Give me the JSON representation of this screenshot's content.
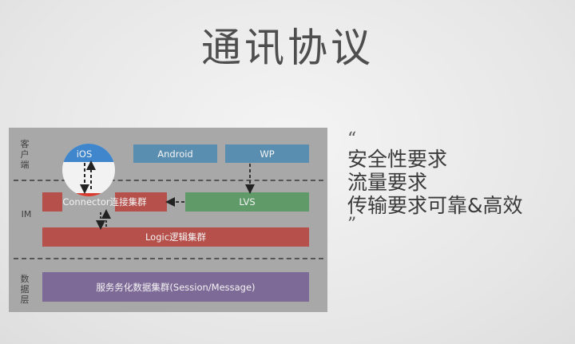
{
  "title": "通讯协议",
  "diagram": {
    "layers": {
      "client": "客户端",
      "im": "IM",
      "data": "数据层"
    },
    "client_boxes": [
      "iOS",
      "Android",
      "WP"
    ],
    "connector": "Connector连接集群",
    "lvs": "LVS",
    "logic": "Logic逻辑集群",
    "service": "服务务化数据集群(Session/Message)",
    "colors": {
      "client": "#5a8eb0",
      "lvs": "#5f9a68",
      "connector": "#b5504b",
      "service": "#7e6a97",
      "highlight_blue": "#3f86cc",
      "highlight_red": "#d93b30"
    }
  },
  "quote": {
    "open": "“",
    "lines": [
      "安全性要求",
      "流量要求",
      "传输要求可靠&高效"
    ],
    "close": "”"
  }
}
